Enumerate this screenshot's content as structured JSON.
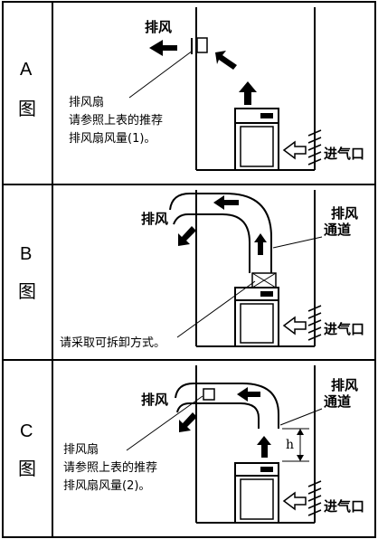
{
  "panels": [
    {
      "letter": "A",
      "tu": "图",
      "exhaust": "排风",
      "fan_note": [
        "排风扇",
        "请参照上表的推荐",
        "排风扇风量(1)。"
      ],
      "intake": "进气口"
    },
    {
      "letter": "B",
      "tu": "图",
      "exhaust": "排风",
      "duct_label": [
        "排风",
        "通道"
      ],
      "removable_note": "请采取可拆卸方式。",
      "intake": "进气口"
    },
    {
      "letter": "C",
      "tu": "图",
      "exhaust": "排风",
      "duct_label": [
        "排风",
        "通道"
      ],
      "h_label": "h",
      "fan_note": [
        "排风扇",
        "请参照上表的推荐",
        "排风扇风量(2)。"
      ],
      "intake": "进气口"
    }
  ]
}
